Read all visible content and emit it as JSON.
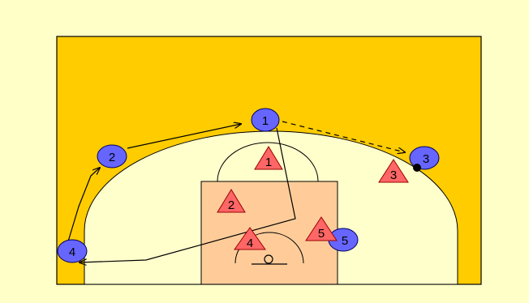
{
  "colors": {
    "background": "#FFFFC8",
    "court": "#FFCC00",
    "arc_area": "#FFFFCC",
    "paint": "#FFCC99",
    "offense": "#6666FF",
    "defense": "#FF6666",
    "line": "#000000"
  },
  "offense_players": [
    {
      "label": "1"
    },
    {
      "label": "2"
    },
    {
      "label": "3"
    },
    {
      "label": "4"
    },
    {
      "label": "5"
    }
  ],
  "defense_players": [
    {
      "label": "1"
    },
    {
      "label": "2"
    },
    {
      "label": "3"
    },
    {
      "label": "4"
    },
    {
      "label": "5"
    }
  ],
  "ball": {
    "holder": "3"
  },
  "actions": [
    {
      "type": "cut",
      "from": "4",
      "to": "2"
    },
    {
      "type": "cut",
      "from": "2",
      "to": "1"
    },
    {
      "type": "pass",
      "from": "1",
      "to": "3"
    },
    {
      "type": "cut",
      "from": "1",
      "to": "4"
    }
  ]
}
